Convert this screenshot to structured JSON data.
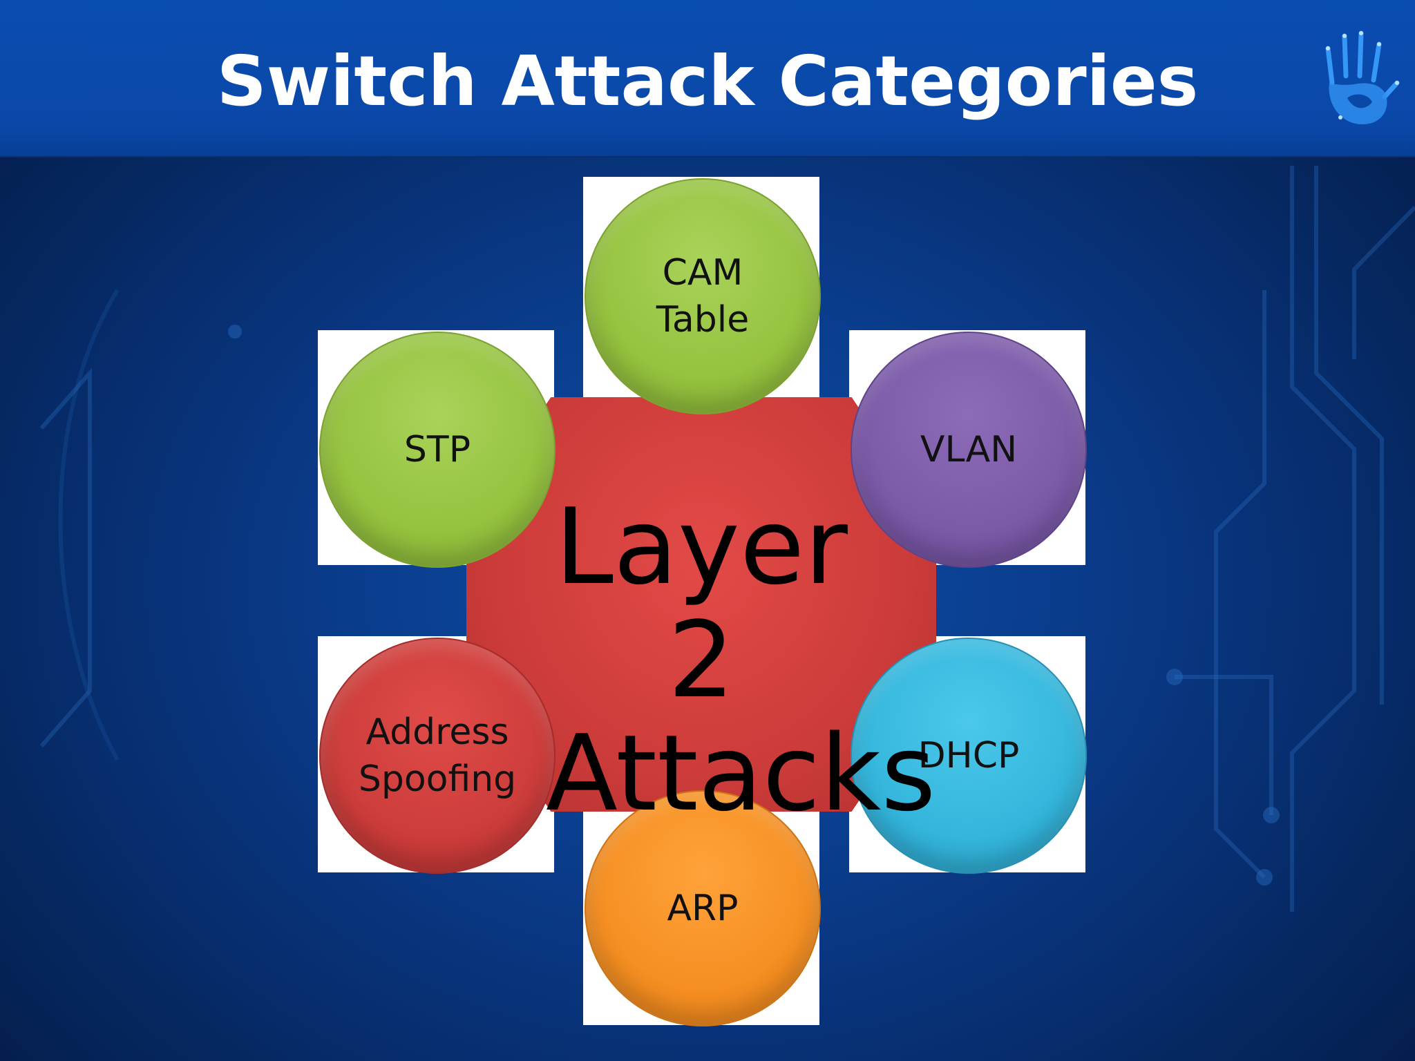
{
  "slide": {
    "title": "Switch Attack Categories",
    "center": {
      "line1": "Layer 2",
      "line2": "Attacks",
      "color": "#cc3c3a"
    },
    "categories": [
      {
        "label": "CAM\nTable",
        "color": "#95c23f"
      },
      {
        "label": "VLAN",
        "color": "#7b5aa8"
      },
      {
        "label": "DHCP",
        "color": "#34b6dc"
      },
      {
        "label": "ARP",
        "color": "#f58f22"
      },
      {
        "label": "Address\nSpoofing",
        "color": "#cc3d3b"
      },
      {
        "label": "STP",
        "color": "#95c23f"
      }
    ],
    "logo": "hand-print-icon",
    "colors": {
      "header": "#0a4db0",
      "background": "#0a3a88"
    }
  }
}
